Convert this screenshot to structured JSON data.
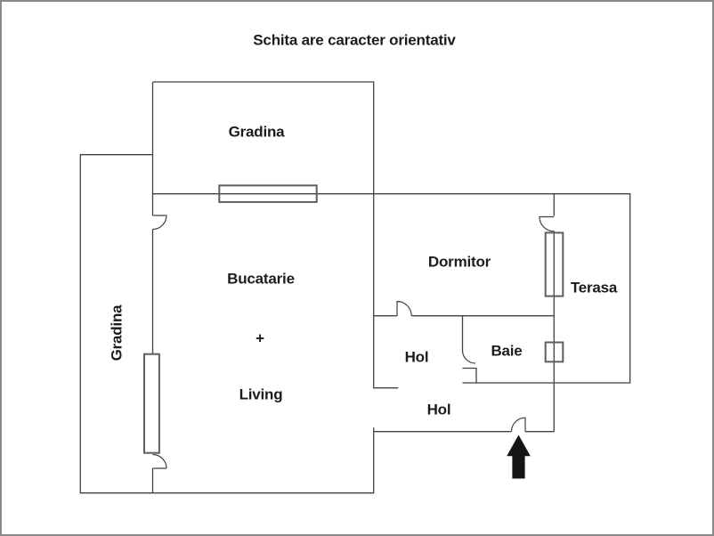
{
  "title": "Schita are caracter orientativ",
  "rooms": {
    "gradina_top": "Gradina",
    "gradina_left": "Gradina",
    "bucatarie": "Bucatarie",
    "plus_sign": "+",
    "living": "Living",
    "dormitor": "Dormitor",
    "terasa": "Terasa",
    "hol_upper": "Hol",
    "hol_lower": "Hol",
    "baie": "Baie"
  },
  "colors": {
    "wall": "#414141",
    "window": "#5e5e5e",
    "text": "#1c1c1e",
    "arrow": "#151515",
    "page_border": "#8a8a8a",
    "background": "#ffffff"
  }
}
